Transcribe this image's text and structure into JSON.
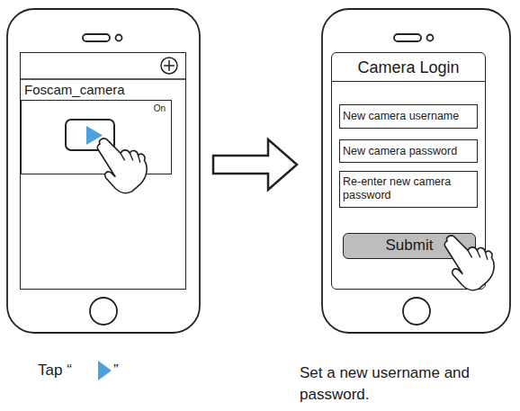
{
  "diagram": {
    "nodes": [
      {
        "text": [
          "Foscam_camera"
        ]
      },
      {
        "text": [
          "On"
        ],
        "in": 0
      },
      {
        "text": [
          "Camera Login"
        ]
      },
      {
        "text": [
          "New camera username"
        ],
        "in": 2
      },
      {
        "text": [
          "New camera password"
        ],
        "in": 2
      },
      {
        "text": [
          "Re-enter new camera password"
        ],
        "in": 2
      },
      {
        "text": [
          "Submit"
        ],
        "in": 2
      }
    ],
    "edges": [
      {
        "from": 0,
        "to": 2,
        "arrow": "to"
      }
    ],
    "labels": [
      "Tap “",
      "”",
      "Set a new username and password."
    ]
  }
}
